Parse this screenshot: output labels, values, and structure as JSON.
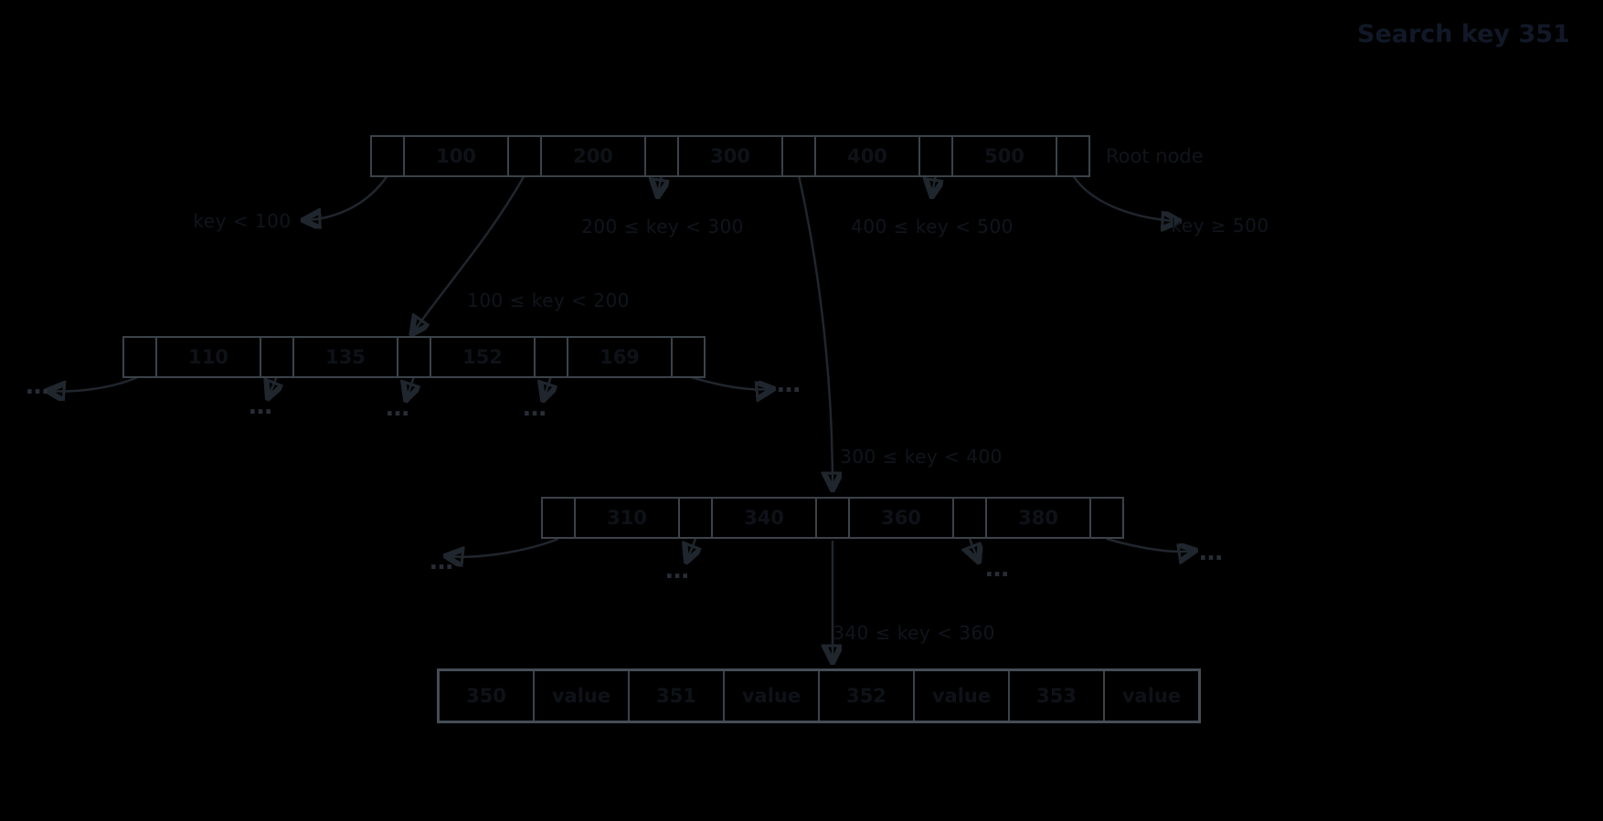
{
  "title": "Search key 351",
  "root_tag": "Root node",
  "nodes": {
    "root": {
      "keys": [
        "100",
        "200",
        "300",
        "400",
        "500"
      ]
    },
    "branch_left": {
      "keys": [
        "110",
        "135",
        "152",
        "169"
      ]
    },
    "branch_mid": {
      "keys": [
        "310",
        "340",
        "360",
        "380"
      ]
    },
    "leaf": {
      "cells": [
        "350",
        "value",
        "351",
        "value",
        "352",
        "value",
        "353",
        "value"
      ]
    }
  },
  "labels": {
    "key_lt_100": "key < 100",
    "k100_200": "100 ≤ key < 200",
    "k200_300": "200 ≤ key < 300",
    "k300_400": "300 ≤ key < 400",
    "k400_500": "400 ≤ key < 500",
    "key_ge_500": "key ≥ 500",
    "k340_360": "340 ≤ key < 360",
    "ellipsis": "…"
  },
  "colors": {
    "background": "#000000",
    "node_border": "#3b4249",
    "leaf_border": "#454c55",
    "edge": "#20262d",
    "text": "#10151c",
    "title_text": "#111827"
  }
}
